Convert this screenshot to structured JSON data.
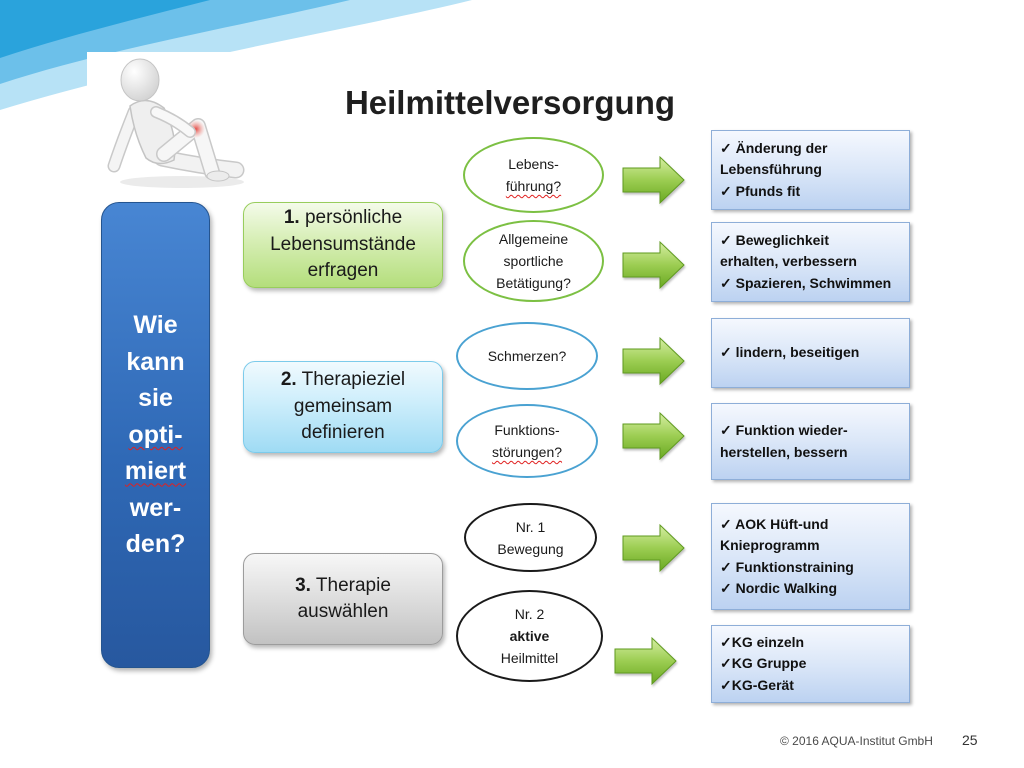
{
  "slide": {
    "title": "Heilmittelversorgung",
    "footer": {
      "copyright": "© 2016 AQUA-Institut GmbH",
      "page_number": "25"
    }
  },
  "question_box": {
    "lines": [
      "Wie",
      "kann",
      "sie",
      "opti-",
      "miert",
      "wer-",
      "den?"
    ]
  },
  "steps": [
    {
      "number": "1.",
      "lines": [
        "persönliche",
        "Lebensumstände",
        "erfragen"
      ]
    },
    {
      "number": "2.",
      "lines": [
        "Therapieziel",
        "gemeinsam",
        "definieren"
      ]
    },
    {
      "number": "3.",
      "lines": [
        "Therapie",
        "auswählen"
      ]
    }
  ],
  "questions": [
    {
      "lines": [
        "Lebens-",
        "führung?"
      ]
    },
    {
      "lines": [
        "Allgemeine",
        "sportliche",
        "Betätigung?"
      ]
    },
    {
      "lines": [
        "Schmerzen?"
      ]
    },
    {
      "lines": [
        "Funktions-",
        "störungen?"
      ]
    },
    {
      "lines": [
        "Nr. 1",
        "Bewegung"
      ]
    },
    {
      "lines": [
        "Nr. 2",
        "aktive",
        "Heilmittel"
      ]
    }
  ],
  "results": [
    {
      "lines": [
        "✓ Änderung der",
        "Lebensführung",
        "✓ Pfunds fit"
      ]
    },
    {
      "lines": [
        "✓ Beweglichkeit",
        "erhalten, verbessern",
        "✓ Spazieren, Schwimmen"
      ]
    },
    {
      "lines": [
        "✓ lindern, beseitigen"
      ]
    },
    {
      "lines": [
        "✓ Funktion wieder-",
        "herstellen, bessern"
      ]
    },
    {
      "lines": [
        "✓ AOK Hüft-und",
        "Knieprogramm",
        "✓ Funktionstraining",
        "✓ Nordic Walking"
      ]
    },
    {
      "lines": [
        "✓KG einzeln",
        "✓KG Gruppe",
        "✓KG-Gerät"
      ]
    }
  ],
  "icons": {
    "illustration": "person-holding-knee-icon",
    "arrow": "right-arrow-icon"
  },
  "colors": {
    "swoosh": "#2aa3dc",
    "question_box": "#2f69b6",
    "step_1": "#b4de7c",
    "step_2": "#9fdbf4",
    "step_3": "#c2c2c2",
    "question_outline_1": "#7cc043",
    "question_outline_2": "#4aa2d2",
    "question_outline_3": "#1a1a1a",
    "result_box": "#bcd2f1",
    "arrow": "#86bf3a"
  }
}
